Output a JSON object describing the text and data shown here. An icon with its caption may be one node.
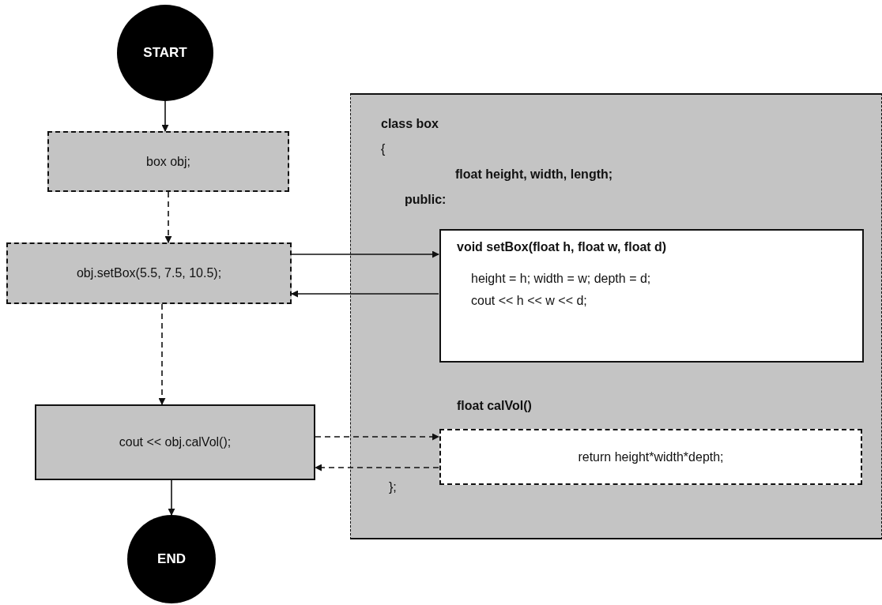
{
  "diagram": {
    "nodes": [
      {
        "text": [
          "START"
        ]
      },
      {
        "text": [
          "box obj;"
        ]
      },
      {
        "text": [
          "obj.setBox(5.5, 7.5, 10.5);"
        ]
      },
      {
        "text": [
          "cout << obj.calVol();"
        ]
      },
      {
        "text": [
          "END"
        ]
      },
      {
        "text": [
          "class box",
          "{",
          "float height, width, length;",
          "public:",
          "};"
        ]
      },
      {
        "text": [
          "void setBox(float h, float w, float d)",
          "height = h; width = w; depth = d;",
          "cout << h << w << d;"
        ],
        "in": 5
      },
      {
        "text": [
          "float calVol()",
          "return height*width*depth;"
        ],
        "in": 5
      }
    ],
    "edges": [
      {
        "from": 0,
        "to": 1,
        "arrow": "to"
      },
      {
        "from": 1,
        "to": 2,
        "arrow": "to",
        "style": "dashed"
      },
      {
        "from": 2,
        "to": 3,
        "arrow": "to",
        "style": "dashed"
      },
      {
        "from": 3,
        "to": 4,
        "arrow": "to"
      },
      {
        "from": 2,
        "to": 6,
        "arrow": "to"
      },
      {
        "from": 6,
        "to": 2,
        "arrow": "to"
      },
      {
        "from": 3,
        "to": 7,
        "arrow": "to",
        "style": "dashed"
      },
      {
        "from": 7,
        "to": 3,
        "arrow": "to",
        "style": "dashed"
      }
    ]
  }
}
